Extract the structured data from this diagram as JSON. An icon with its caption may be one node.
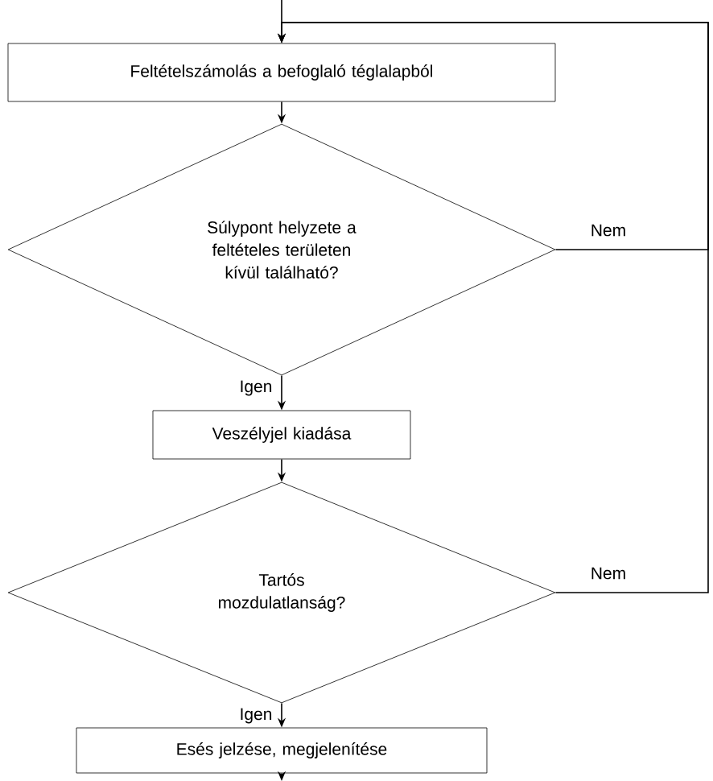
{
  "diagram": {
    "nodes": [
      {
        "text": [
          "Feltételszámolás a befoglaló téglalapból"
        ]
      },
      {
        "text": [
          "Súlypont helyzete a feltételes területen kívül található?"
        ]
      },
      {
        "text": [
          "Veszélyjel kiadása"
        ]
      },
      {
        "text": [
          "Tartós mozdulatlanság?"
        ]
      },
      {
        "text": [
          "Esés jelzése, megjelenítése"
        ]
      }
    ],
    "edges": [
      {
        "from": null,
        "to": 0,
        "arrow": "to"
      },
      {
        "from": 0,
        "to": 1,
        "arrow": "to"
      },
      {
        "from": 1,
        "to": 2,
        "arrow": "to",
        "label": "Igen"
      },
      {
        "from": 1,
        "to": 0,
        "arrow": "to",
        "label": "Nem"
      },
      {
        "from": 2,
        "to": 3,
        "arrow": "to"
      },
      {
        "from": 3,
        "to": 4,
        "arrow": "to",
        "label": "Igen"
      },
      {
        "from": 3,
        "to": 0,
        "arrow": "to",
        "label": "Nem"
      },
      {
        "from": 4,
        "to": null,
        "arrow": "to"
      }
    ]
  }
}
